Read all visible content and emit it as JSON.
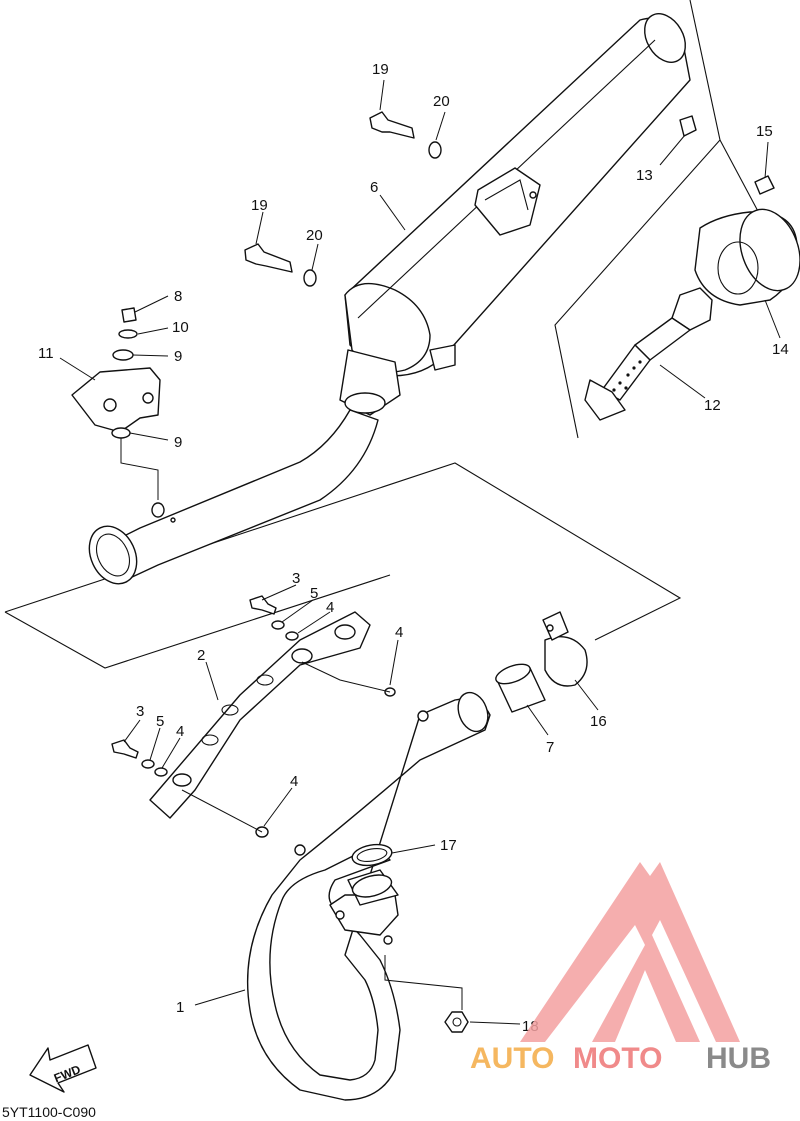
{
  "callouts": [
    {
      "id": "c1",
      "text": "1"
    },
    {
      "id": "c2",
      "text": "2"
    },
    {
      "id": "c3a",
      "text": "3"
    },
    {
      "id": "c3b",
      "text": "3"
    },
    {
      "id": "c4a",
      "text": "4"
    },
    {
      "id": "c4b",
      "text": "4"
    },
    {
      "id": "c4c",
      "text": "4"
    },
    {
      "id": "c4d",
      "text": "4"
    },
    {
      "id": "c5a",
      "text": "5"
    },
    {
      "id": "c5b",
      "text": "5"
    },
    {
      "id": "c6",
      "text": "6"
    },
    {
      "id": "c7",
      "text": "7"
    },
    {
      "id": "c8",
      "text": "8"
    },
    {
      "id": "c9a",
      "text": "9"
    },
    {
      "id": "c9b",
      "text": "9"
    },
    {
      "id": "c10",
      "text": "10"
    },
    {
      "id": "c11",
      "text": "11"
    },
    {
      "id": "c12",
      "text": "12"
    },
    {
      "id": "c13",
      "text": "13"
    },
    {
      "id": "c14",
      "text": "14"
    },
    {
      "id": "c15",
      "text": "15"
    },
    {
      "id": "c16",
      "text": "16"
    },
    {
      "id": "c17",
      "text": "17"
    },
    {
      "id": "c18",
      "text": "18"
    },
    {
      "id": "c19a",
      "text": "19"
    },
    {
      "id": "c19b",
      "text": "19"
    },
    {
      "id": "c20a",
      "text": "20"
    },
    {
      "id": "c20b",
      "text": "20"
    }
  ],
  "fwd_label": "FWD",
  "diagram_code": "5YT1100-C090",
  "watermark": {
    "word_auto": "AUTO",
    "word_moto": "MOTO",
    "word_hub": "HUB",
    "colors": {
      "auto": "#f5b760",
      "moto": "#f08a8a",
      "hub": "#8a8a8a",
      "triangle": "#f3a0a0"
    }
  }
}
